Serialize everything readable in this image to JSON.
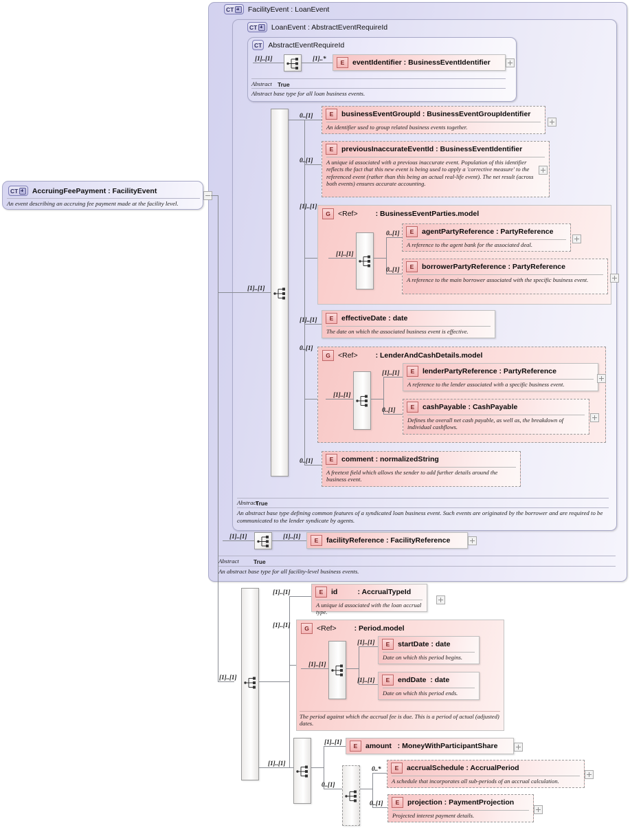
{
  "diagram": {
    "kind": "xsd-schema-diagram",
    "root": {
      "badge": "CT",
      "title": "AccruingFeePayment : FacilityEvent",
      "doc": "An event describing an accruing fee payment made at the facility level."
    },
    "containers": {
      "facility_event": {
        "badge": "CT",
        "title": "FacilityEvent : LoanEvent",
        "abstract_label": "Abstract",
        "abstract_value": "True",
        "doc": "An abstract base type for all facility-level business events."
      },
      "loan_event": {
        "badge": "CT",
        "title": "LoanEvent : AbstractEventRequireId",
        "abstract_label": "Abstract",
        "abstract_value": "True",
        "doc": "An abstract base type defining common features of a syndicated loan business event. Such events are originated by the borrower and are required to be communicated to the lender syndicate by agents."
      },
      "abstract_event_require_id": {
        "badge": "CT",
        "title": "AbstractEventRequireId",
        "abstract_label": "Abstract",
        "abstract_value": "True",
        "doc": "Abstract base type for all loan business events."
      }
    },
    "elements": {
      "event_identifier": {
        "badge": "E",
        "name": "eventIdentifier : BusinessEventIdentifier",
        "card": "[1]..*",
        "doc": ""
      },
      "business_event_group_id": {
        "badge": "E",
        "name": "businessEventGroupId : BusinessEventGroupIdentifier",
        "card": "0..[1]",
        "doc": "An identifier used to group related business events together."
      },
      "previous_inaccurate_event_id": {
        "badge": "E",
        "name": "previousInaccurateEventId : BusinessEventIdentifier",
        "card": "0..[1]",
        "doc": "A unique id associated with a previous inaccurate event. Population of this identifier reflects the fact that this new event is being used to apply a 'corrective measure' to the referenced event (rather than this being an actual real-life event). The net result (across both events) ensures accurate accounting."
      },
      "agent_party_reference": {
        "badge": "E",
        "name": "agentPartyReference : PartyReference",
        "card": "0..[1]",
        "doc": "A reference to the agent bank for the associated deal."
      },
      "borrower_party_reference": {
        "badge": "E",
        "name": "borrowerPartyReference : PartyReference",
        "card": "0..[1]",
        "doc": "A reference to the main borrower associated with the specific business event."
      },
      "effective_date": {
        "badge": "E",
        "name": "effectiveDate : date",
        "card": "[1]..[1]",
        "doc": "The date on which the associated business event is effective."
      },
      "lender_party_reference": {
        "badge": "E",
        "name": "lenderPartyReference : PartyReference",
        "card": "[1]..[1]",
        "doc": "A reference to the lender associated with a specific business event."
      },
      "cash_payable": {
        "badge": "E",
        "name": "cashPayable : CashPayable",
        "card": "0..[1]",
        "doc": "Defines the overall net cash payable, as well as, the breakdown of individual cashflows."
      },
      "comment": {
        "badge": "E",
        "name": "comment : normalizedString",
        "card": "0..[1]",
        "doc": "A freetext field which allows the sender to add further details around the business event."
      },
      "facility_reference": {
        "badge": "E",
        "name": "facilityReference : FacilityReference",
        "card": "[1]..[1]",
        "doc": ""
      },
      "id": {
        "badge": "E",
        "name": "id          : AccrualTypeId",
        "card": "[1]..[1]",
        "doc": "A unique id associated with the loan accrual type."
      },
      "start_date": {
        "badge": "E",
        "name": "startDate : date",
        "card": "[1]..[1]",
        "doc": "Date on which this period begins."
      },
      "end_date": {
        "badge": "E",
        "name": "endDate  : date",
        "card": "[1]..[1]",
        "doc": "Date on which this period ends."
      },
      "amount": {
        "badge": "E",
        "name": "amount   : MoneyWithParticipantShare",
        "card": "[1]..[1]",
        "doc": ""
      },
      "accrual_schedule": {
        "badge": "E",
        "name": "accrualSchedule : AccrualPeriod",
        "card": "0..*",
        "doc": "A schedule that incorporates all sub-periods of an accrual calculation."
      },
      "projection": {
        "badge": "E",
        "name": "projection : PaymentProjection",
        "card": "0..[1]",
        "doc": "Projected interest payment details."
      }
    },
    "groups": {
      "business_event_parties": {
        "badge": "G",
        "ref": "<Ref>",
        "type": ": BusinessEventParties.model",
        "card": "[1]..[1]",
        "doc": ""
      },
      "lender_and_cash_details": {
        "badge": "G",
        "ref": "<Ref>",
        "type": ": LenderAndCashDetails.model",
        "card": "0..[1]",
        "doc": ""
      },
      "period": {
        "badge": "G",
        "ref": "<Ref>",
        "type": ": Period.model",
        "card": "[1]..[1]",
        "doc": "The period against which the accrual fee is due. This is a period of actual (adjusted) dates."
      }
    },
    "compositors": {
      "abstract_seq": {
        "card_in": "[1]..[1]"
      },
      "loan_event_seq": {
        "card_in": "[1]..[1]"
      },
      "parties_seq": {
        "card_in": "[1]..[1]"
      },
      "lender_cash_seq": {
        "card_in": "[1]..[1]"
      },
      "facility_seq": {
        "card_in": "[1]..[1]"
      },
      "accrual_seq": {
        "card_in": "[1]..[1]"
      },
      "period_seq": {
        "card_in": "[1]..[1]"
      },
      "amount_seq": {
        "card_in": "[1]..[1]"
      },
      "projection_seq": {
        "card_in": "0..[1]"
      }
    },
    "colors": {
      "element_fill": "#f7c4c4",
      "container_fill": "#d3d2ef",
      "group_fill": "#f8c8c6",
      "line": "#888b92",
      "badge_border": "#c06767"
    }
  }
}
